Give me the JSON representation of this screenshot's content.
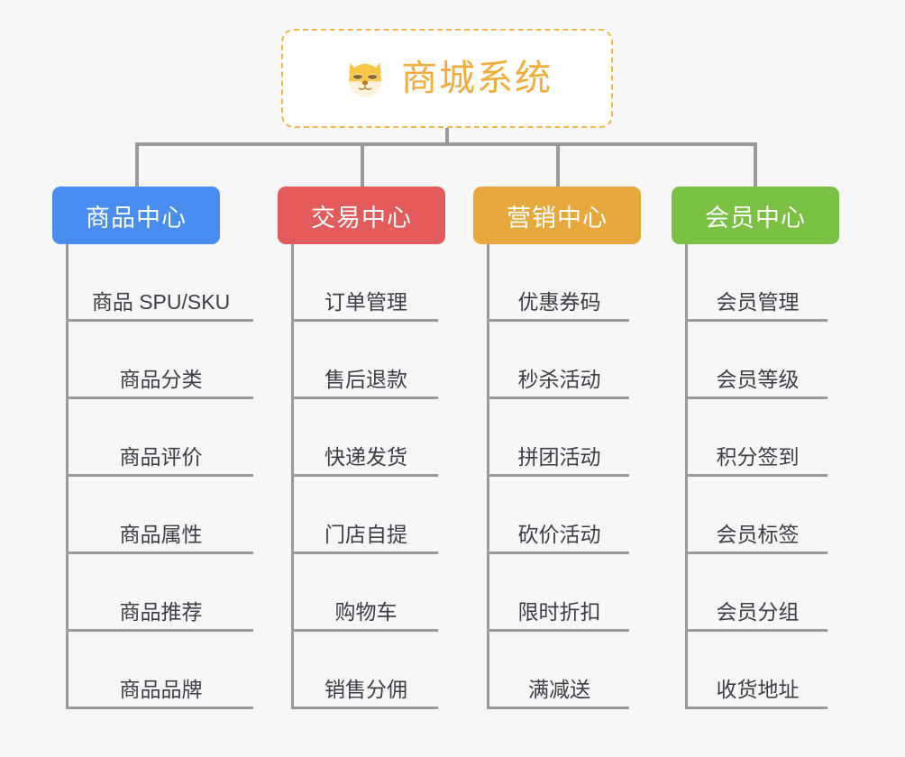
{
  "root": {
    "label": "商城系统",
    "icon": "shiba-dog-face-icon",
    "border_color": "#f0b849",
    "text_color": "#f0ad3c",
    "background": "#ffffff"
  },
  "canvas": {
    "background": "#f7f7f7",
    "connector_color": "#9a9a9a",
    "leaf_text_color": "#3b3f45"
  },
  "branches": [
    {
      "label": "商品中心",
      "color": "#4a8df0",
      "items": [
        {
          "label": "商品 SPU/SKU"
        },
        {
          "label": "商品分类"
        },
        {
          "label": "商品评价"
        },
        {
          "label": "商品属性"
        },
        {
          "label": "商品推荐"
        },
        {
          "label": "商品品牌"
        }
      ]
    },
    {
      "label": "交易中心",
      "color": "#e35b5b",
      "items": [
        {
          "label": "订单管理"
        },
        {
          "label": "售后退款"
        },
        {
          "label": "快递发货"
        },
        {
          "label": "门店自提"
        },
        {
          "label": "购物车"
        },
        {
          "label": "销售分佣"
        }
      ]
    },
    {
      "label": "营销中心",
      "color": "#e8a93c",
      "items": [
        {
          "label": "优惠券码"
        },
        {
          "label": "秒杀活动"
        },
        {
          "label": "拼团活动"
        },
        {
          "label": "砍价活动"
        },
        {
          "label": "限时折扣"
        },
        {
          "label": "满减送"
        }
      ]
    },
    {
      "label": "会员中心",
      "color": "#7ac143",
      "items": [
        {
          "label": "会员管理"
        },
        {
          "label": "会员等级"
        },
        {
          "label": "积分签到"
        },
        {
          "label": "会员标签"
        },
        {
          "label": "会员分组"
        },
        {
          "label": "收货地址"
        }
      ]
    }
  ]
}
